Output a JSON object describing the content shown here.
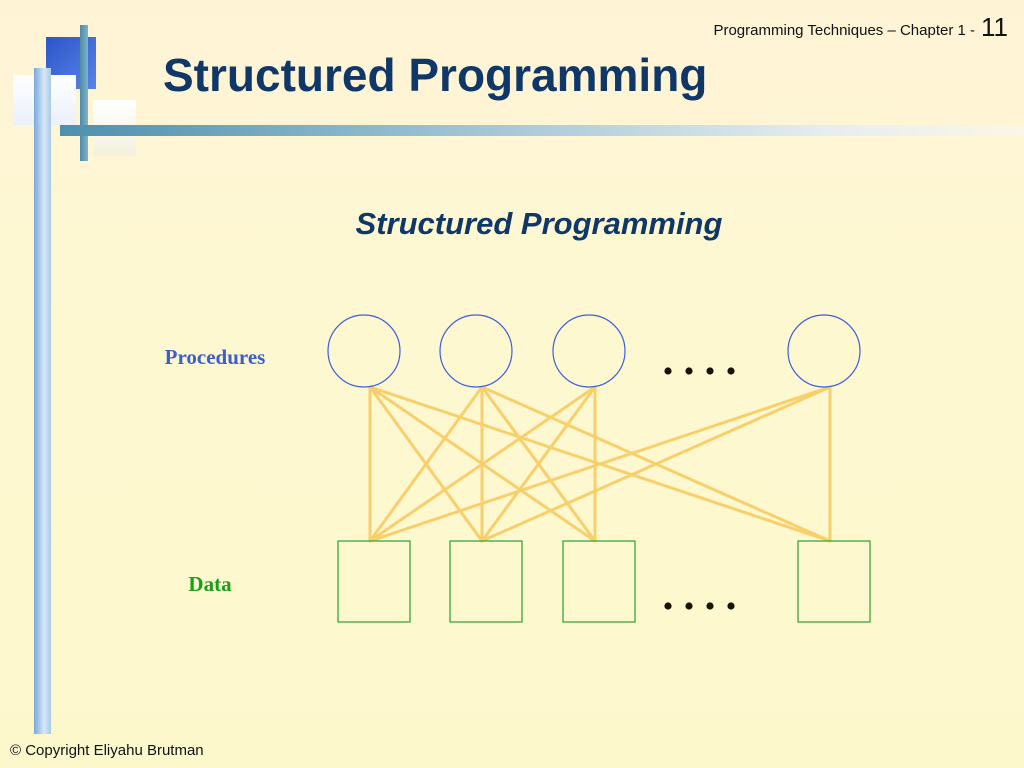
{
  "header": {
    "chapter_text": "Programming Techniques – Chapter 1 -",
    "slide_number": "11"
  },
  "title": "Structured Programming",
  "diagram": {
    "heading": "Structured Programming",
    "procedures_label": "Procedures",
    "data_label": "Data",
    "procedure_count": 4,
    "data_count": 4,
    "has_ellipsis": true,
    "links": [
      [
        0,
        0
      ],
      [
        0,
        1
      ],
      [
        0,
        2
      ],
      [
        0,
        3
      ],
      [
        1,
        0
      ],
      [
        1,
        1
      ],
      [
        1,
        2
      ],
      [
        1,
        3
      ],
      [
        2,
        0
      ],
      [
        2,
        1
      ],
      [
        2,
        2
      ],
      [
        3,
        0
      ],
      [
        3,
        1
      ],
      [
        3,
        3
      ]
    ],
    "colors": {
      "procedure": "#3b5fe0",
      "data": "#27a233",
      "link": "#f9cf6c",
      "procedures_label": "#3a5fcf",
      "data_label": "#1a9f1a",
      "heading": "#0f3768"
    }
  },
  "footer": "© Copyright Eliyahu Brutman"
}
